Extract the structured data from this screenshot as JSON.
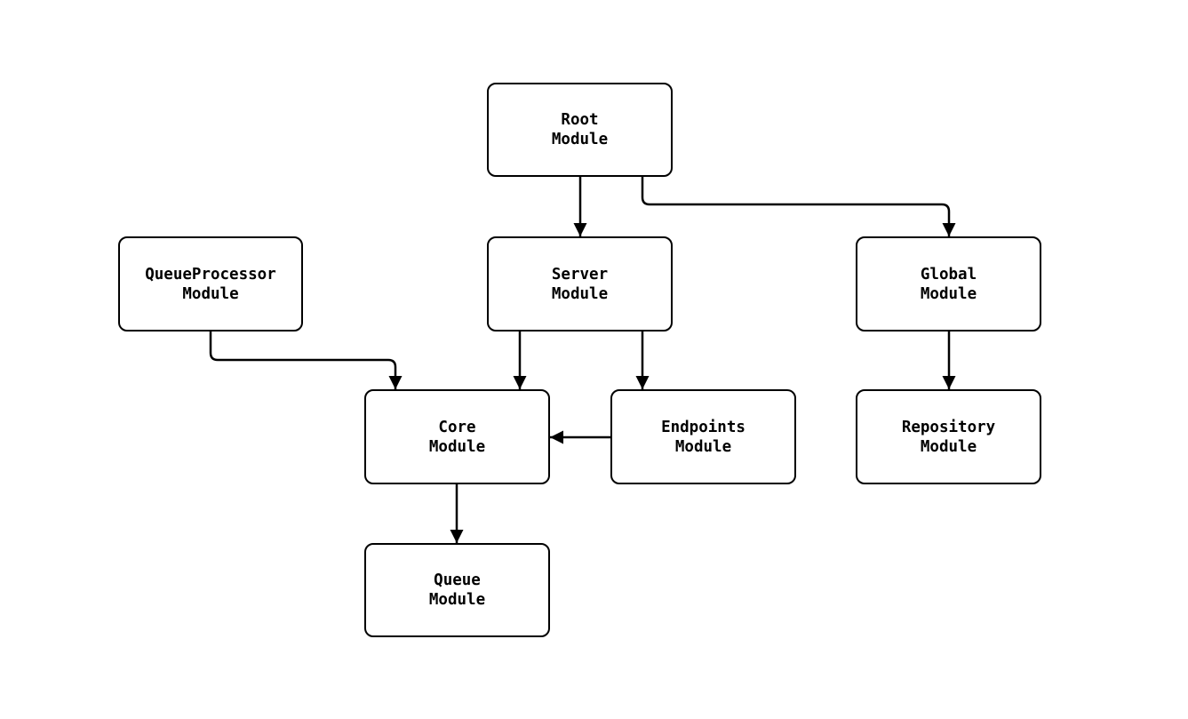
{
  "diagram": {
    "background_color": "#ffffff",
    "stroke_color": "#000000",
    "text_color": "#000000",
    "nodes": [
      {
        "id": "root",
        "line1": "Root",
        "line2": "Module"
      },
      {
        "id": "queueprocessor",
        "line1": "QueueProcessor",
        "line2": "Module"
      },
      {
        "id": "server",
        "line1": "Server",
        "line2": "Module"
      },
      {
        "id": "global",
        "line1": "Global",
        "line2": "Module"
      },
      {
        "id": "core",
        "line1": "Core",
        "line2": "Module"
      },
      {
        "id": "endpoints",
        "line1": "Endpoints",
        "line2": "Module"
      },
      {
        "id": "repository",
        "line1": "Repository",
        "line2": "Module"
      },
      {
        "id": "queue",
        "line1": "Queue",
        "line2": "Module"
      }
    ],
    "edges": [
      {
        "from": "root",
        "to": "server"
      },
      {
        "from": "root",
        "to": "global"
      },
      {
        "from": "queueprocessor",
        "to": "core"
      },
      {
        "from": "server",
        "to": "core"
      },
      {
        "from": "server",
        "to": "endpoints"
      },
      {
        "from": "endpoints",
        "to": "core"
      },
      {
        "from": "global",
        "to": "repository"
      },
      {
        "from": "core",
        "to": "queue"
      }
    ]
  }
}
